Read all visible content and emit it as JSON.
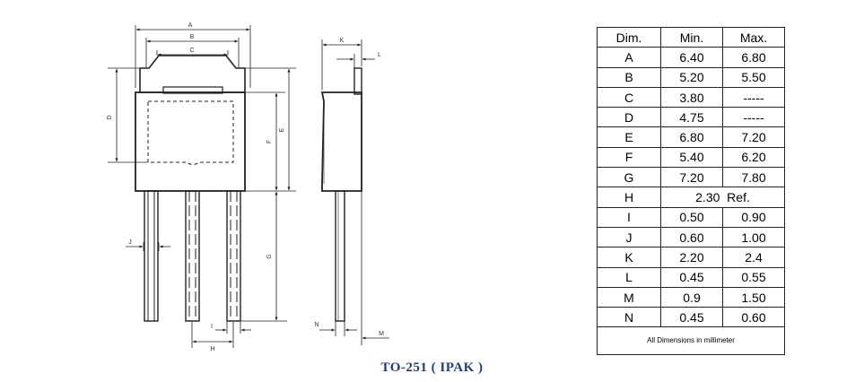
{
  "drawing": {
    "dim_labels": {
      "A": "A",
      "B": "B",
      "C": "C",
      "D": "D",
      "E": "E",
      "F": "F",
      "G": "G",
      "H": "H",
      "I": "I",
      "J": "J",
      "K": "K",
      "L": "L",
      "M": "M",
      "N": "N"
    }
  },
  "table": {
    "headers": [
      "Dim.",
      "Min.",
      "Max."
    ],
    "rows": [
      {
        "dim": "A",
        "min": "6.40",
        "max": "6.80"
      },
      {
        "dim": "B",
        "min": "5.20",
        "max": "5.50"
      },
      {
        "dim": "C",
        "min": "3.80",
        "max": "-----"
      },
      {
        "dim": "D",
        "min": "4.75",
        "max": "-----"
      },
      {
        "dim": "E",
        "min": "6.80",
        "max": "7.20"
      },
      {
        "dim": "F",
        "min": "5.40",
        "max": "6.20"
      },
      {
        "dim": "G",
        "min": "7.20",
        "max": "7.80"
      },
      {
        "dim": "H",
        "ref": "2.30  Ref."
      },
      {
        "dim": "I",
        "min": "0.50",
        "max": "0.90"
      },
      {
        "dim": "J",
        "min": "0.60",
        "max": "1.00"
      },
      {
        "dim": "K",
        "min": "2.20",
        "max": "2.4"
      },
      {
        "dim": "L",
        "min": "0.45",
        "max": "0.55"
      },
      {
        "dim": "M",
        "min": "0.9",
        "max": "1.50"
      },
      {
        "dim": "N",
        "min": "0.45",
        "max": "0.60"
      }
    ],
    "footer": "All Dimensions in millimeter"
  },
  "caption": "TO-251 ( IPAK )"
}
